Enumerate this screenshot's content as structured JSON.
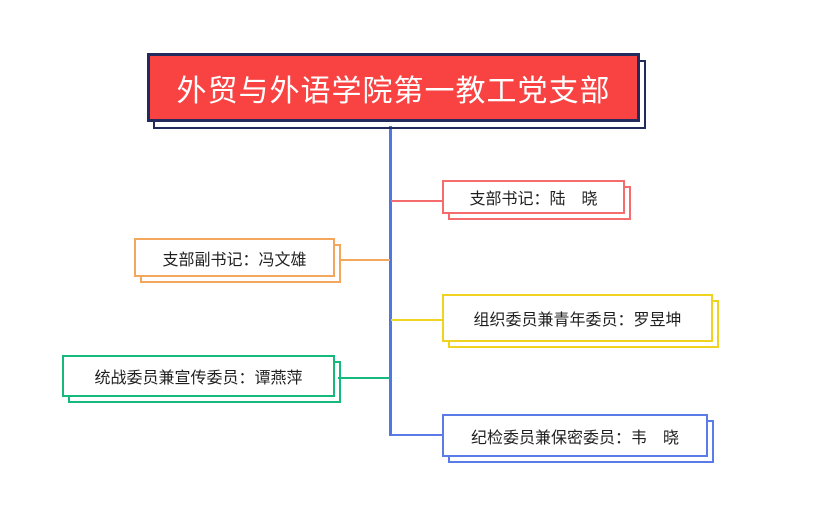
{
  "diagram": {
    "title": {
      "label": "外贸与外语学院第一教工党支部",
      "fill_color": "#f94242",
      "border_color": "#232a5c",
      "text_color": "#ffffff"
    },
    "trunk_color": "#5077e0",
    "node_text_color": "#1f1f1f",
    "nodes": [
      {
        "label": "支部书记：陆　晓",
        "color": "#f56c6c",
        "side": "right"
      },
      {
        "label": "支部副书记：冯文雄",
        "color": "#f3a75c",
        "side": "left"
      },
      {
        "label": "组织委员兼青年委员：罗昱坤",
        "color": "#f0d321",
        "side": "right"
      },
      {
        "label": "统战委员兼宣传委员：谭燕萍",
        "color": "#16b97c",
        "side": "left"
      },
      {
        "label": "纪检委员兼保密委员：韦　晓",
        "color": "#5b7ce8",
        "side": "right"
      }
    ]
  }
}
